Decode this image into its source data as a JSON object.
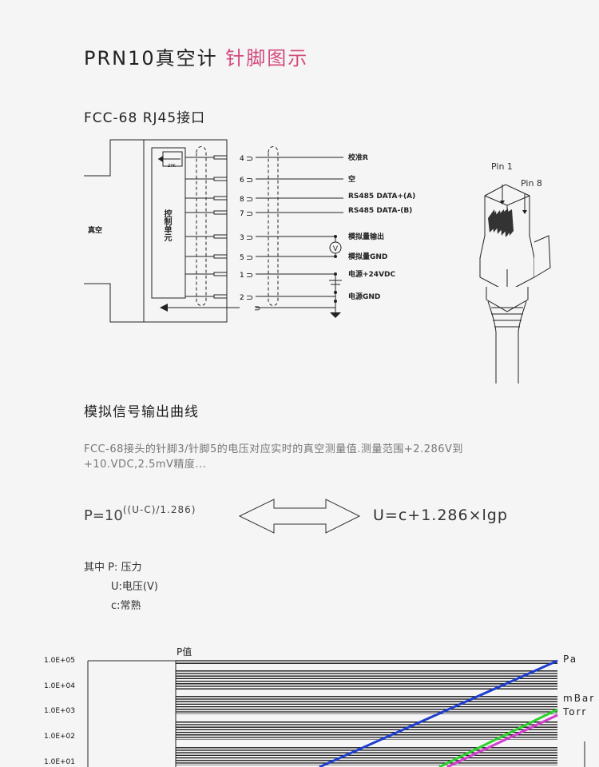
{
  "title": {
    "main": "PRN10真空计",
    "accent": "针脚图示"
  },
  "connector_heading": "FCC-68 RJ45接口",
  "wiring": {
    "vacuum_label": "真空",
    "control_unit": "控制单元",
    "resistor": "27K",
    "volt_symbol": "V",
    "pins": [
      {
        "num": "4",
        "label": "校准R"
      },
      {
        "num": "6",
        "label": "空"
      },
      {
        "num": "8",
        "label": "RS485 DATA+(A)"
      },
      {
        "num": "7",
        "label": "RS485 DATA-(B)"
      },
      {
        "num": "3",
        "label": "模拟量输出"
      },
      {
        "num": "5",
        "label": "模拟量GND"
      },
      {
        "num": "1",
        "label": "电源+24VDC"
      },
      {
        "num": "2",
        "label": "电源GND"
      }
    ]
  },
  "plug": {
    "pin1": "Pin 1",
    "pin8": "Pin 8"
  },
  "curve_heading": "模拟信号输出曲线",
  "description": "FCC-68接头的针脚3/针脚5的电压对应实时的真空测量值.测量范围+2.286V到+10.VDC,2.5mV精度...",
  "formula": {
    "left_base": "P=10",
    "left_exp": "((U-C)/1.286)",
    "right": "U=c+1.286×lgp"
  },
  "where": {
    "line1": "其中 P: 压力",
    "line2": "U:电压(V)",
    "line3": "c:常熟"
  },
  "chart_data": {
    "type": "line",
    "title": "P值",
    "yscale": "log",
    "y_ticks": [
      "1.0E+05",
      "1.0E+04",
      "1.0E+03",
      "1.0E+02",
      "1.0E+01"
    ],
    "series": [
      {
        "name": "Pa",
        "color": "#1f3fd0"
      },
      {
        "name": "mBar",
        "color": "#2ed12e"
      },
      {
        "name": "Torr",
        "color": "#d23fd0"
      }
    ]
  }
}
